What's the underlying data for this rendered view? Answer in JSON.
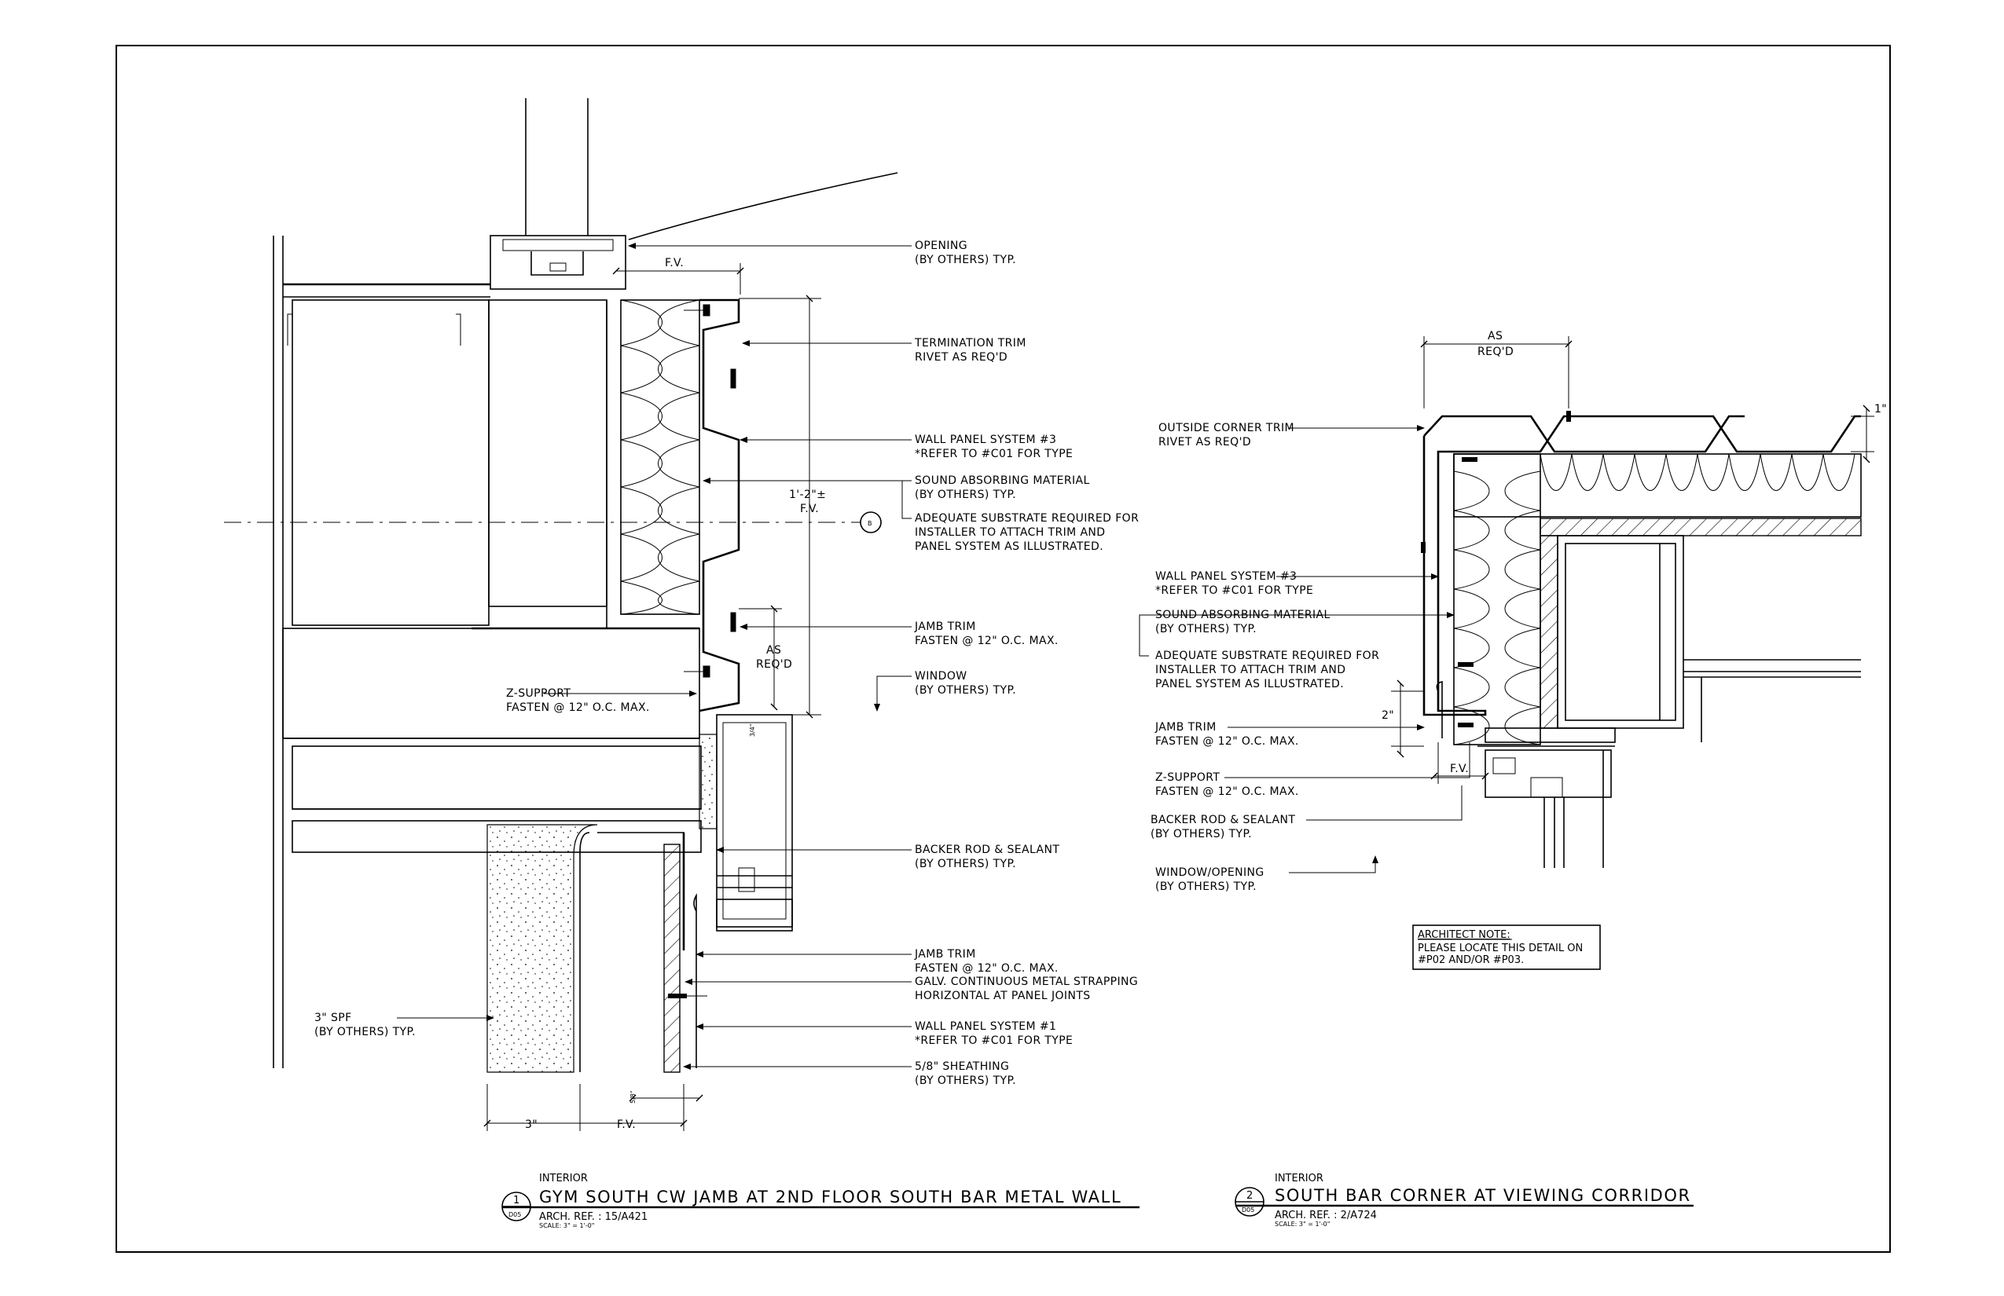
{
  "detail1": {
    "labels": {
      "opening": [
        "OPENING",
        "(BY OTHERS) TYP."
      ],
      "termination_trim": [
        "TERMINATION TRIM",
        "RIVET AS REQ'D"
      ],
      "wall_panel_3": [
        "WALL PANEL SYSTEM #3",
        "*REFER TO #C01 FOR TYPE"
      ],
      "sound_absorbing": [
        "SOUND ABSORBING MATERIAL",
        "(BY OTHERS) TYP."
      ],
      "substrate": [
        "ADEQUATE SUBSTRATE REQUIRED FOR",
        "INSTALLER TO ATTACH TRIM AND",
        "PANEL SYSTEM AS ILLUSTRATED."
      ],
      "jamb_trim_upper": [
        "JAMB TRIM",
        "FASTEN @ 12\" O.C. MAX."
      ],
      "window": [
        "WINDOW",
        "(BY OTHERS) TYP."
      ],
      "z_support": [
        "Z-SUPPORT",
        "FASTEN @ 12\" O.C. MAX."
      ],
      "backer_rod": [
        "BACKER ROD & SEALANT",
        "(BY OTHERS) TYP."
      ],
      "jamb_trim_lower": [
        "JAMB TRIM",
        "FASTEN @ 12\" O.C. MAX."
      ],
      "galv_strapping": [
        "GALV. CONTINUOUS METAL STRAPPING",
        "HORIZONTAL AT PANEL JOINTS"
      ],
      "wall_panel_1": [
        "WALL PANEL SYSTEM #1",
        "*REFER TO #C01 FOR TYPE"
      ],
      "sheathing": [
        "5/8\" SHEATHING",
        "(BY OTHERS) TYP."
      ],
      "spf": [
        "3\" SPF",
        "(BY OTHERS) TYP."
      ]
    },
    "dims": {
      "fv_top": "F.V.",
      "overall": [
        "1'-2\"±",
        "F.V."
      ],
      "as_reqd": [
        "AS",
        "REQ'D"
      ],
      "window_gap": "3/4\"",
      "sheathing_thk": "5/8\"",
      "bottom_3": "3\"",
      "bottom_fv": "F.V."
    },
    "grid_bubble": "B",
    "title": {
      "prefix": "INTERIOR",
      "main": "GYM SOUTH CW JAMB AT 2ND FLOOR SOUTH BAR METAL WALL",
      "number": "1",
      "sheet": "D05",
      "arch_ref": "ARCH. REF. :  15/A421",
      "scale": "SCALE: 3\" = 1'-0\""
    }
  },
  "detail2": {
    "labels": {
      "outside_corner_trim": [
        "OUTSIDE CORNER TRIM",
        "RIVET AS REQ'D"
      ],
      "wall_panel_3": [
        "WALL PANEL SYSTEM #3",
        "*REFER TO #C01 FOR TYPE"
      ],
      "sound_absorbing": [
        "SOUND ABSORBING MATERIAL",
        "(BY OTHERS) TYP."
      ],
      "substrate": [
        "ADEQUATE SUBSTRATE REQUIRED FOR",
        "INSTALLER TO ATTACH TRIM AND",
        "PANEL SYSTEM AS ILLUSTRATED."
      ],
      "jamb_trim": [
        "JAMB TRIM",
        "FASTEN @ 12\" O.C. MAX."
      ],
      "z_support": [
        "Z-SUPPORT",
        "FASTEN @ 12\" O.C. MAX."
      ],
      "backer_rod": [
        "BACKER ROD & SEALANT",
        "(BY OTHERS) TYP."
      ],
      "window_opening": [
        "WINDOW/OPENING",
        "(BY OTHERS) TYP."
      ]
    },
    "dims": {
      "as_reqd": [
        "AS",
        "REQ'D"
      ],
      "one_inch": "1\"",
      "two_inch": "2\"",
      "fv": "F.V."
    },
    "note": {
      "heading": "ARCHITECT NOTE:",
      "lines": [
        "PLEASE LOCATE THIS DETAIL ON",
        "#P02 AND/OR #P03."
      ]
    },
    "title": {
      "prefix": "INTERIOR",
      "main": "SOUTH BAR CORNER AT VIEWING CORRIDOR",
      "number": "2",
      "sheet": "D05",
      "arch_ref": "ARCH. REF. :  2/A724",
      "scale": "SCALE: 3\" = 1'-0\""
    }
  }
}
